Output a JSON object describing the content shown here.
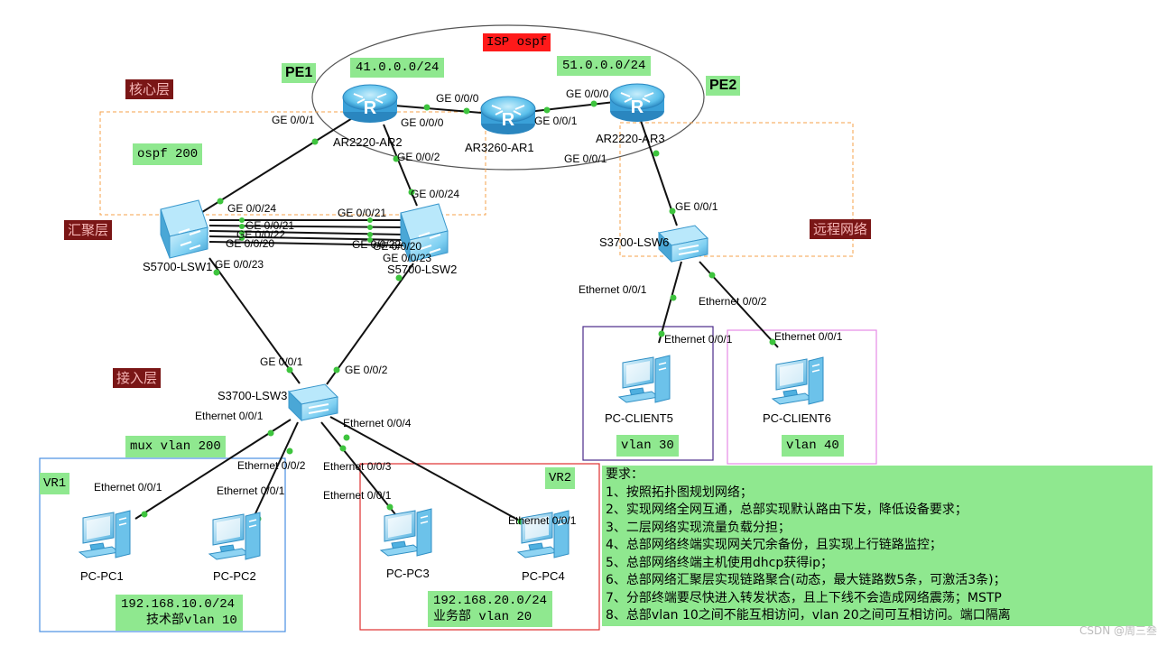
{
  "zones": {
    "isp": "ISP ospf",
    "core": "核心层",
    "aggregation": "汇聚层",
    "access": "接入层",
    "remote": "远程网络",
    "ospf200": "ospf 200",
    "mux_vlan": "mux vlan 200",
    "vr1": "VR1",
    "vr2": "VR2"
  },
  "providers": {
    "pe1": "PE1",
    "pe2": "PE2"
  },
  "networks": {
    "net41": "41.0.0.0/24",
    "net51": "51.0.0.0/24",
    "net192_10": "192.168.10.0/24",
    "dept_tech": "技术部vlan 10",
    "net192_20": "192.168.20.0/24",
    "dept_biz": "业务部 vlan 20",
    "vlan30": "vlan 30",
    "vlan40": "vlan 40"
  },
  "devices": {
    "ar2": "AR2220-AR2",
    "ar1": "AR3260-AR1",
    "ar3": "AR2220-AR3",
    "lsw1": "S5700-LSW1",
    "lsw2": "S5700-LSW2",
    "lsw3": "S3700-LSW3",
    "lsw6": "S3700-LSW6",
    "pc1": "PC-PC1",
    "pc2": "PC-PC2",
    "pc3": "PC-PC3",
    "pc4": "PC-PC4",
    "client5": "PC-CLIENT5",
    "client6": "PC-CLIENT6"
  },
  "ports": {
    "ar2_g001": "GE 0/0/1",
    "ar2_g000": "GE 0/0/0",
    "ar1_g000": "GE 0/0/0",
    "ar1_g001": "GE 0/0/1",
    "ar3_g000": "GE 0/0/0",
    "ar3_g001": "GE 0/0/1",
    "ar2_g002": "GE 0/0/2",
    "lsw2_g024": "GE 0/0/24",
    "lsw1_g024": "GE 0/0/24",
    "lsw1_g021": "GE 0/0/21",
    "lsw1_g022": "GE 0/0/22",
    "lsw1_g020": "GE 0/0/20",
    "lsw1_g023": "GE 0/0/23",
    "lsw2_g021": "GE 0/0/21",
    "lsw2_g022": "GE 0/0/22",
    "lsw2_g020": "GE 0/0/20",
    "lsw2_g023": "GE 0/0/23",
    "lsw6_g001": "GE 0/0/1",
    "lsw6_e001": "Ethernet 0/0/1",
    "lsw6_e002": "Ethernet 0/0/2",
    "client5_e001": "Ethernet 0/0/1",
    "client6_e001": "Ethernet 0/0/1",
    "lsw3_g001": "GE 0/0/1",
    "lsw3_g002": "GE 0/0/2",
    "lsw3_e001": "Ethernet 0/0/1",
    "lsw3_e002": "Ethernet 0/0/2",
    "lsw3_e003": "Ethernet 0/0/3",
    "lsw3_e004": "Ethernet 0/0/4",
    "pc1_e001": "Ethernet 0/0/1",
    "pc2_e001": "Ethernet 0/0/1",
    "pc3_e001": "Ethernet 0/0/1",
    "pc4_e001": "Ethernet 0/0/1"
  },
  "requirements": {
    "title": "要求：",
    "items": [
      "1、按照拓扑图规划网络；",
      "2、实现网络全网互通，总部实现默认路由下发，降低设备要求；",
      "3、二层网络实现流量负载分担；",
      "4、总部网络终端实现网关冗余备份，且实现上行链路监控；",
      "5、总部网络终端主机使用dhcp获得ip；",
      "6、总部网络汇聚层实现链路聚合(动态，最大链路数5条，可激活3条)；",
      "7、分部终端要尽快进入转发状态，且上下线不会造成网络震荡；MSTP",
      "8、总部vlan 10之间不能互相访问，vlan 20之间可互相访问。端口隔离"
    ]
  },
  "watermark": "CSDN @周三叁",
  "colors": {
    "green_label": "#8fe88f",
    "layer_label": "#7a1616",
    "isp_label": "#ff1a1a",
    "dashed_box": "#f4a04a",
    "vlan30_box": "#4b2a8a",
    "vlan40_box": "#e58ae5",
    "vr1_box": "#4a90e2",
    "vr2_box": "#e03030",
    "link_dot": "#3ec43e",
    "device_blue": "#3aa0d8"
  }
}
